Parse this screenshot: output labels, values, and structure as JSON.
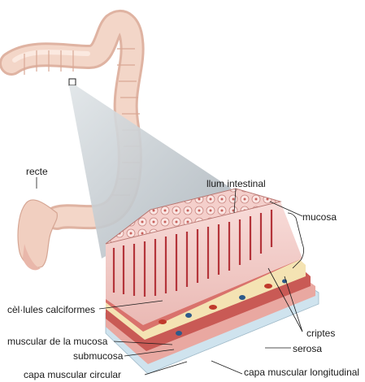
{
  "labels": {
    "recte": "recte",
    "llum_intestinal": "llum intestinal",
    "mucosa": "mucosa",
    "cellules_calciformes": "cèl·lules calciformes",
    "criptes": "criptes",
    "muscular_mucosa": "muscular de la mucosa",
    "serosa": "serosa",
    "submucosa": "submucosa",
    "capa_muscular_circular": "capa muscular circular",
    "capa_muscular_longitudinal": "capa muscular longitudinal"
  },
  "colors": {
    "colon_fill": "#f3d6c8",
    "colon_shadow": "#dfb3a2",
    "mucosa_top": "#f6d2cf",
    "crypt_red": "#b4343a",
    "submucosa_yellow": "#f4e3b3",
    "muscle_red": "#c95a55",
    "serosa_blue": "#cfe3ee",
    "callout_gray": "#b9c1c7"
  }
}
